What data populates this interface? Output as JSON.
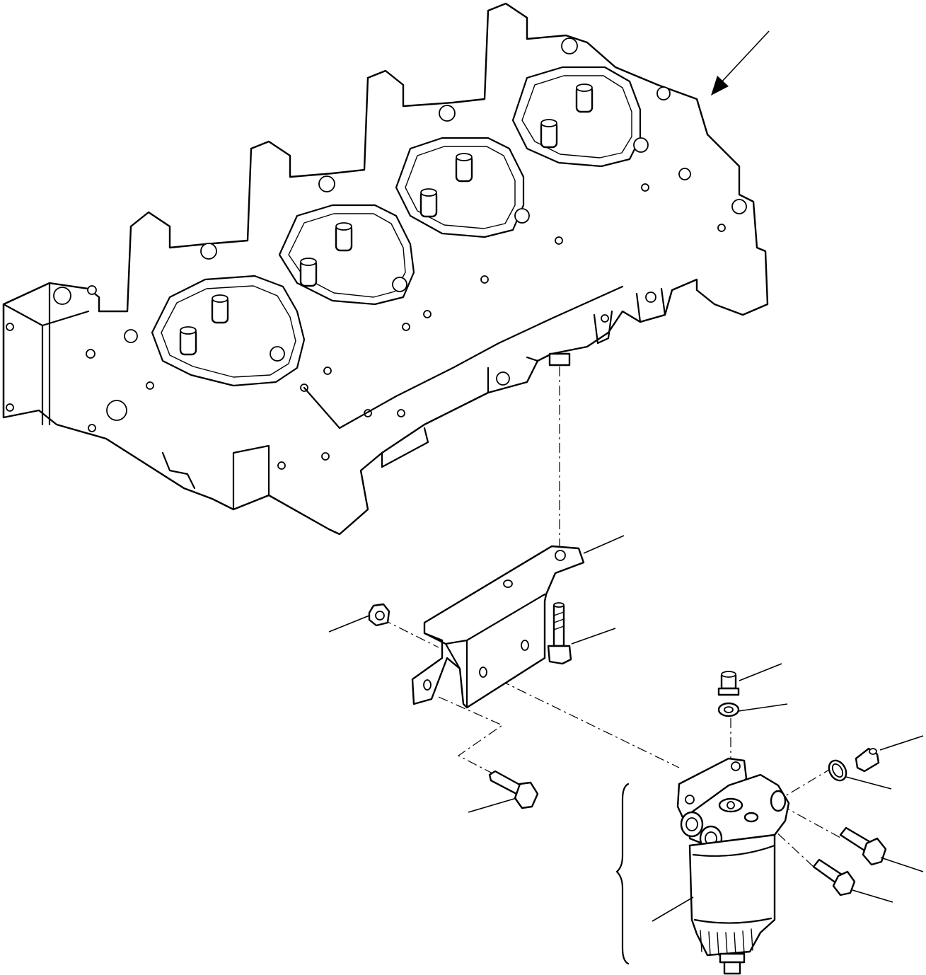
{
  "diagram": {
    "description_visible_text": "",
    "parts": [
      {
        "id": "cylinder-head"
      },
      {
        "id": "filter-bracket"
      },
      {
        "id": "nut"
      },
      {
        "id": "bracket-bolt"
      },
      {
        "id": "mounting-bolt"
      },
      {
        "id": "fuel-filter-assembly"
      },
      {
        "id": "bleed-screw"
      },
      {
        "id": "washer"
      },
      {
        "id": "fitting"
      },
      {
        "id": "o-ring"
      },
      {
        "id": "banjo-bolt-upper"
      },
      {
        "id": "banjo-bolt-lower"
      }
    ]
  }
}
